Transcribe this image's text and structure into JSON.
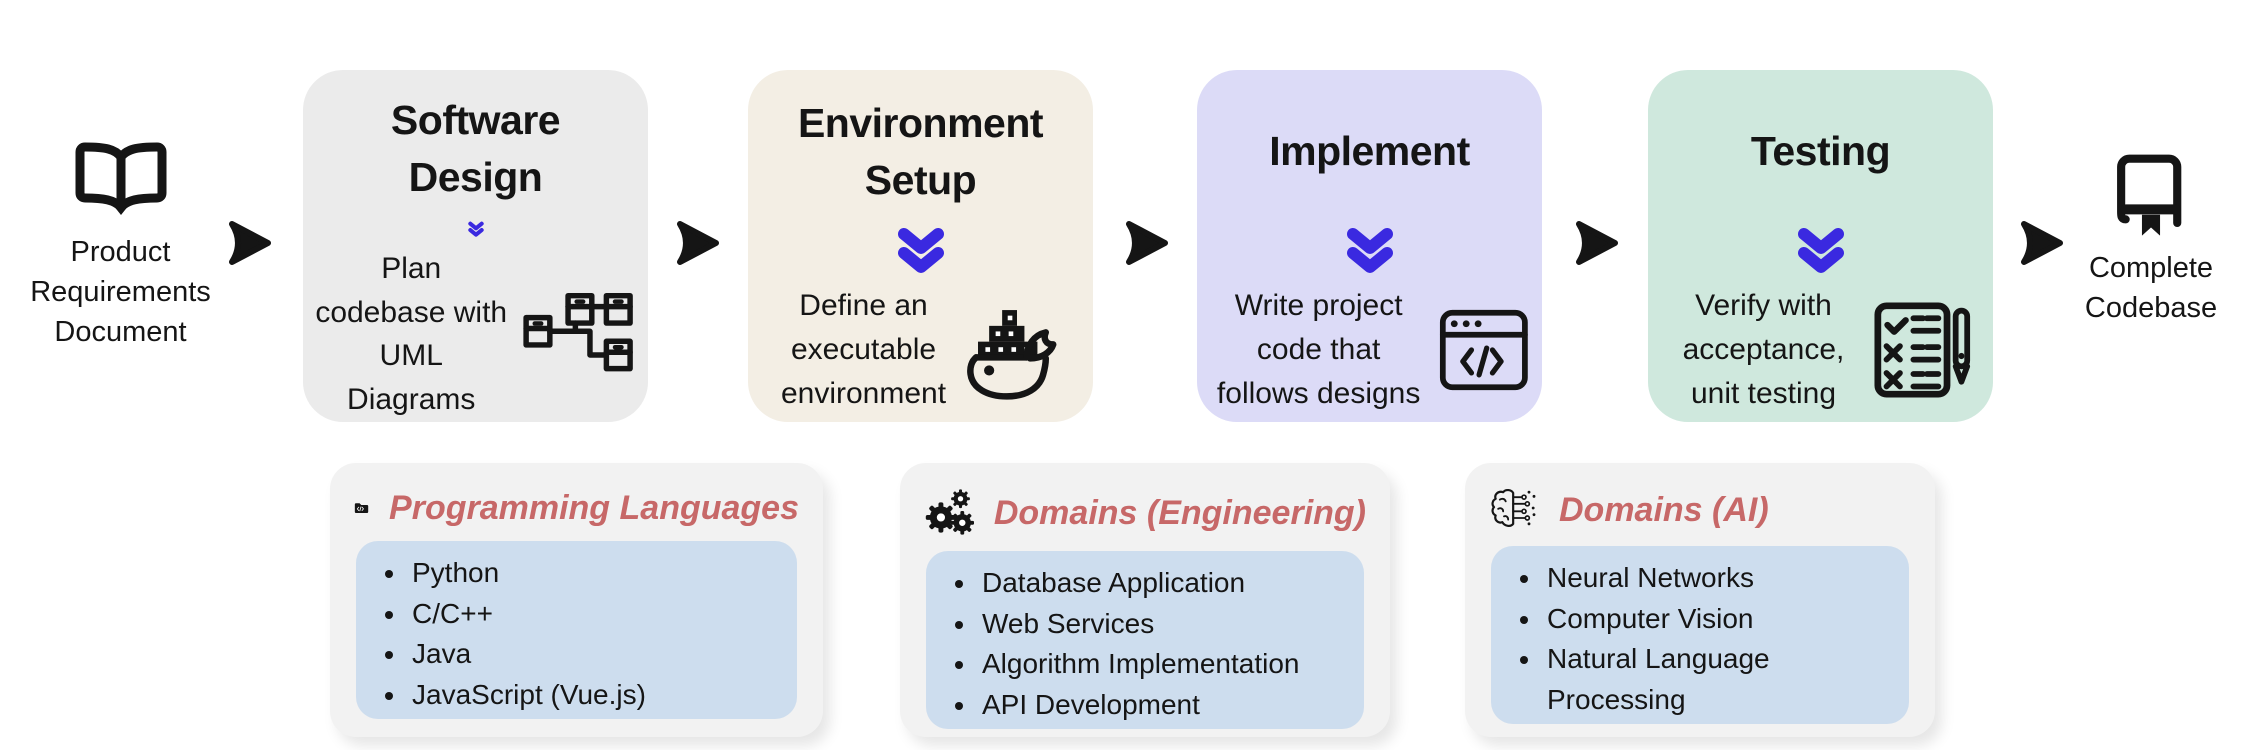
{
  "colors": {
    "ink": "#151515",
    "accent_blue": "#3a29e0",
    "heading_red": "#c76868",
    "card_bg": "#f2f2f2",
    "list_bg": "#cdddee"
  },
  "flow": {
    "input": {
      "label": "Product Requirements Document",
      "icon": "open-book-icon"
    },
    "output": {
      "label": "Complete Codebase",
      "icon": "bookmark-book-icon"
    },
    "stages": [
      {
        "title": "Software Design",
        "description": "Plan codebase with UML Diagrams",
        "icon": "uml-diagram-icon",
        "bg": "#ebebeb"
      },
      {
        "title": "Environment Setup",
        "description": "Define an executable environment",
        "icon": "docker-whale-icon",
        "bg": "#f3eee4"
      },
      {
        "title": "Implement",
        "description": "Write project code that follows designs",
        "icon": "code-window-icon",
        "bg": "#dcdbf7"
      },
      {
        "title": "Testing",
        "description": "Verify with acceptance, unit testing",
        "icon": "checklist-pencil-icon",
        "bg": "#cfe8dd"
      }
    ]
  },
  "cards": [
    {
      "title": "Programming Languages",
      "icon": "code-folder-icon",
      "items": [
        "Python",
        "C/C++",
        "Java",
        "JavaScript (Vue.js)"
      ]
    },
    {
      "title": "Domains (Engineering)",
      "icon": "gears-icon",
      "items": [
        "Database Application",
        "Web Services",
        "Algorithm Implementation",
        "API Development"
      ]
    },
    {
      "title": "Domains (AI)",
      "icon": "brain-circuit-icon",
      "items": [
        "Neural Networks",
        "Computer Vision",
        "Natural Language Processing"
      ]
    }
  ]
}
